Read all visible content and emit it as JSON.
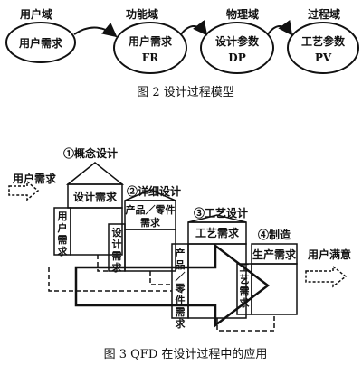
{
  "fig2": {
    "caption": "图 2  设计过程模型",
    "domains": [
      {
        "domain": "用户域",
        "line1": "用户需求",
        "line2": ""
      },
      {
        "domain": "功能域",
        "line1": "用户需求",
        "line2": "FR"
      },
      {
        "domain": "物理域",
        "line1": "设计参数",
        "line2": "DP"
      },
      {
        "domain": "过程域",
        "line1": "工艺参数",
        "line2": "PV"
      }
    ]
  },
  "fig3": {
    "caption": "图 3  QFD 在设计过程中的应用",
    "input_label": "用户需求",
    "output_label": "用户满意",
    "stage1": {
      "label": "①概念设计",
      "top": "设计需求",
      "side": "用户需求"
    },
    "stage2": {
      "label": "②详细设计",
      "top": "产品／零件需求",
      "side": "设计需求"
    },
    "stage3": {
      "label": "③工艺设计",
      "top": "工艺需求",
      "side": "产品／零件需求"
    },
    "stage4": {
      "label": "④制造",
      "top": "生产需求",
      "side": "工艺需求"
    }
  }
}
